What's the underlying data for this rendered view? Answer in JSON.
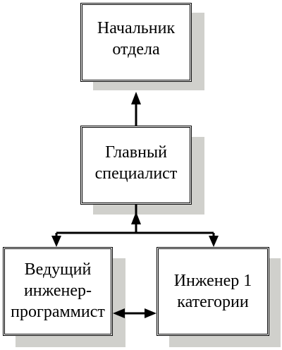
{
  "colors": {
    "border": "#000000",
    "shadow": "#d0d0cc",
    "background": "#ffffff"
  },
  "nodes": {
    "head": {
      "label": "Начальник\nотдела"
    },
    "chief": {
      "label": "Главный\nспециалист"
    },
    "lead": {
      "label": "Ведущий\nинженер-\nпрограммист"
    },
    "engineer": {
      "label": "Инженер 1\nкатегории"
    }
  },
  "edges": [
    {
      "from": "chief",
      "to": "head",
      "type": "arrow"
    },
    {
      "from": "chief",
      "to": "lead",
      "type": "arrow"
    },
    {
      "from": "chief",
      "to": "engineer",
      "type": "arrow"
    },
    {
      "from": "lead",
      "to": "engineer",
      "type": "double-arrow"
    }
  ]
}
